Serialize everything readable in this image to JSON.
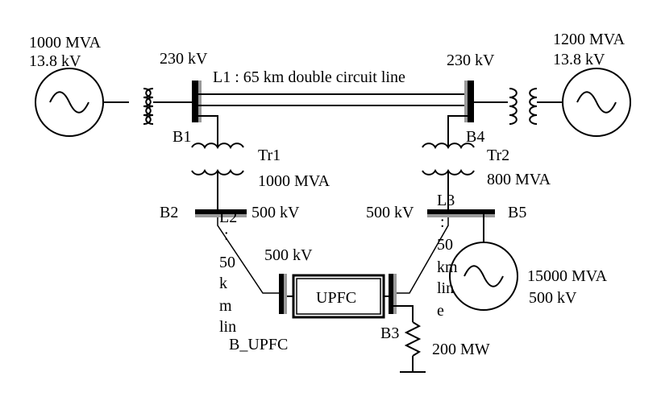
{
  "generators": {
    "left": {
      "rating": "1000 MVA",
      "voltage": "13.8 kV"
    },
    "right": {
      "rating": "1200 MVA",
      "voltage": "13.8 kV"
    },
    "bottom": {
      "rating": "15000 MVA",
      "voltage": "500 kV"
    }
  },
  "hv": {
    "left_voltage": "230 kV",
    "right_voltage": "230 kV"
  },
  "line_l1": "L1 : 65 km double circuit line",
  "buses": {
    "b1": "B1",
    "b2": "B2",
    "b3": "B3",
    "b4": "B4",
    "b5": "B5",
    "b_upfc": "B_UPFC"
  },
  "transformers": {
    "tr1": {
      "name": "Tr1",
      "rating": "1000 MVA"
    },
    "tr2": {
      "name": "Tr2",
      "rating": "800 MVA"
    }
  },
  "bus_voltages": {
    "b2": "500 kV",
    "b5": "500 kV",
    "upfc": "500 kV"
  },
  "line_l2": {
    "chars": [
      "L2",
      ":",
      "50",
      "k",
      "m",
      "lin"
    ]
  },
  "line_l3": {
    "chars": [
      "L3",
      ":",
      "50",
      "km",
      "lin",
      "e"
    ]
  },
  "upfc": {
    "label": "UPFC"
  },
  "load": {
    "rating": "200 MW"
  }
}
